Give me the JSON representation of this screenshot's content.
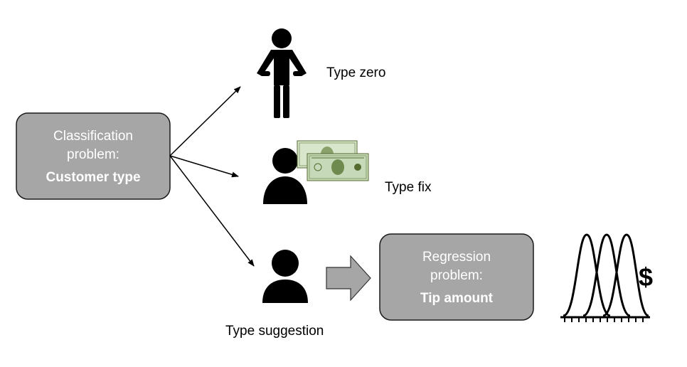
{
  "colors": {
    "box_fill": "#a6a6a6",
    "box_stroke": "#1a1a1a",
    "box_text": "#ffffff",
    "icon": "#000000",
    "bill_green": "#c6d9b8"
  },
  "classification_box": {
    "line1": "Classification",
    "line2": "problem:",
    "line3": "Customer type"
  },
  "regression_box": {
    "line1": "Regression",
    "line2": "problem:",
    "line3": "Tip amount"
  },
  "customer_types": {
    "zero": "Type zero",
    "fix": "Type fix",
    "suggestion": "Type suggestion"
  },
  "currency_symbol": "$",
  "icons": [
    "empty-pockets-person-icon",
    "person-icon",
    "dollar-bills-icon",
    "block-arrow-icon",
    "distribution-curves-icon"
  ]
}
